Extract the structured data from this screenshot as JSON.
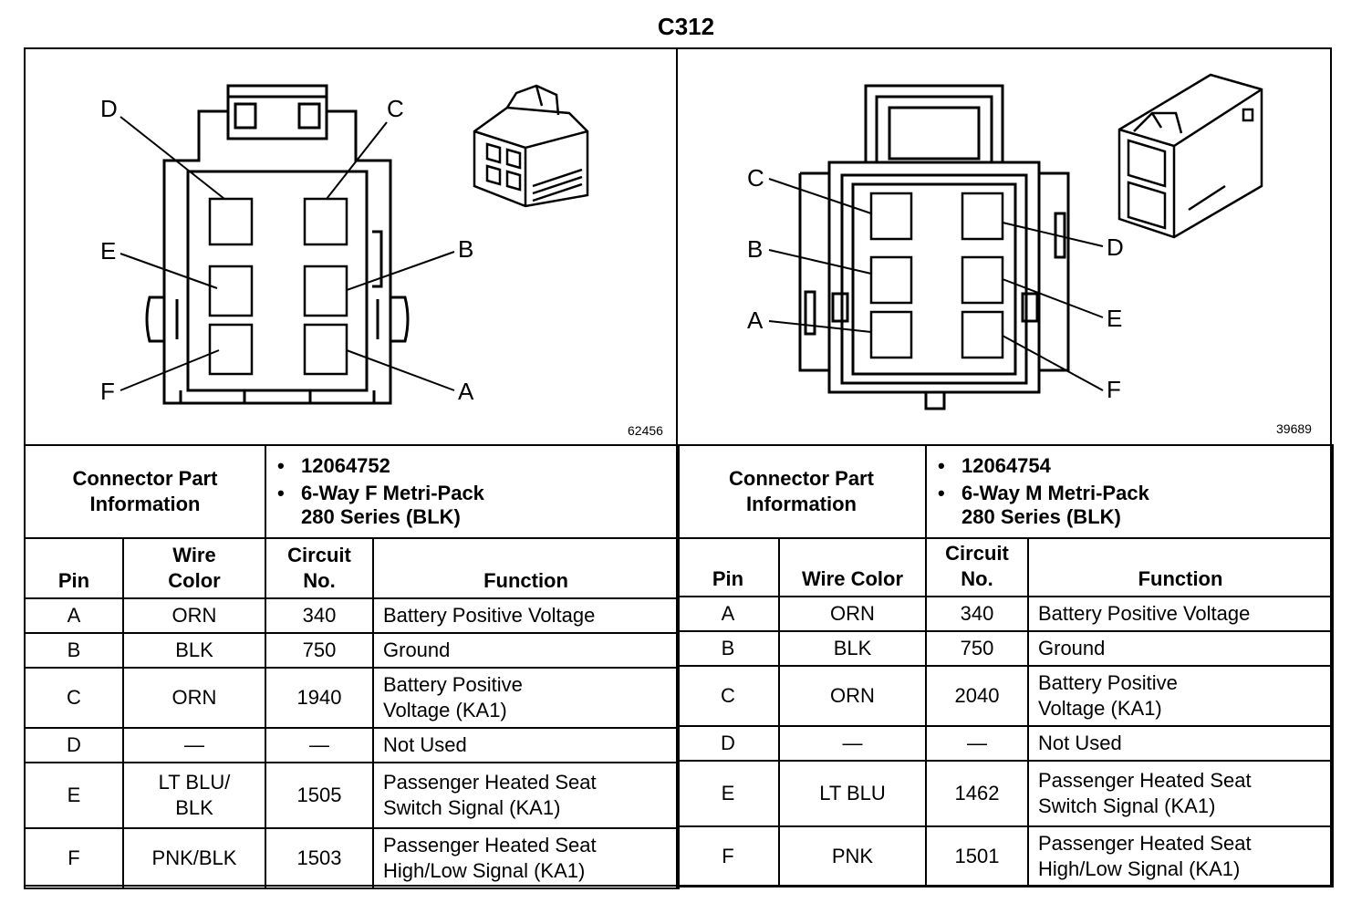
{
  "title": "C312",
  "left": {
    "figure_number": "62456",
    "callouts": [
      "D",
      "C",
      "E",
      "B",
      "F",
      "A"
    ],
    "connector_info_label": [
      "Connector Part",
      "Information"
    ],
    "part_number": "12064752",
    "description_line1": "6-Way F Metri-Pack",
    "description_line2": "280 Series (BLK)",
    "headers": {
      "pin": "Pin",
      "wire_color_1": "Wire",
      "wire_color_2": "Color",
      "circuit_1": "Circuit",
      "circuit_2": "No.",
      "function": "Function"
    },
    "rows": [
      {
        "pin": "A",
        "wire": [
          "ORN"
        ],
        "circuit": "340",
        "function": [
          "Battery Positive Voltage"
        ]
      },
      {
        "pin": "B",
        "wire": [
          "BLK"
        ],
        "circuit": "750",
        "function": [
          "Ground"
        ]
      },
      {
        "pin": "C",
        "wire": [
          "ORN"
        ],
        "circuit": "1940",
        "function": [
          "Battery Positive",
          "Voltage (KA1)"
        ]
      },
      {
        "pin": "D",
        "wire": [
          "—"
        ],
        "circuit": "—",
        "function": [
          "Not Used"
        ]
      },
      {
        "pin": "E",
        "wire": [
          "LT BLU/",
          "BLK"
        ],
        "circuit": "1505",
        "function": [
          "Passenger Heated Seat",
          "Switch Signal (KA1)"
        ]
      },
      {
        "pin": "F",
        "wire": [
          "PNK/BLK"
        ],
        "circuit": "1503",
        "function": [
          "Passenger Heated Seat",
          "High/Low Signal (KA1)"
        ]
      }
    ]
  },
  "right": {
    "figure_number": "39689",
    "callouts": [
      "C",
      "D",
      "B",
      "E",
      "A",
      "F"
    ],
    "connector_info_label": [
      "Connector Part",
      "Information"
    ],
    "part_number": "12064754",
    "description_line1": "6-Way M Metri-Pack",
    "description_line2": "280 Series (BLK)",
    "headers": {
      "pin": "Pin",
      "wire_color": "Wire Color",
      "circuit_1": "Circuit",
      "circuit_2": "No.",
      "function": "Function"
    },
    "rows": [
      {
        "pin": "A",
        "wire": [
          "ORN"
        ],
        "circuit": "340",
        "function": [
          "Battery Positive Voltage"
        ]
      },
      {
        "pin": "B",
        "wire": [
          "BLK"
        ],
        "circuit": "750",
        "function": [
          "Ground"
        ]
      },
      {
        "pin": "C",
        "wire": [
          "ORN"
        ],
        "circuit": "2040",
        "function": [
          "Battery Positive",
          "Voltage (KA1)"
        ]
      },
      {
        "pin": "D",
        "wire": [
          "—"
        ],
        "circuit": "—",
        "function": [
          "Not Used"
        ]
      },
      {
        "pin": "E",
        "wire": [
          "LT BLU"
        ],
        "circuit": "1462",
        "function": [
          "Passenger Heated Seat",
          "Switch Signal (KA1)"
        ]
      },
      {
        "pin": "F",
        "wire": [
          "PNK"
        ],
        "circuit": "1501",
        "function": [
          "Passenger Heated Seat",
          "High/Low Signal (KA1)"
        ]
      }
    ]
  }
}
